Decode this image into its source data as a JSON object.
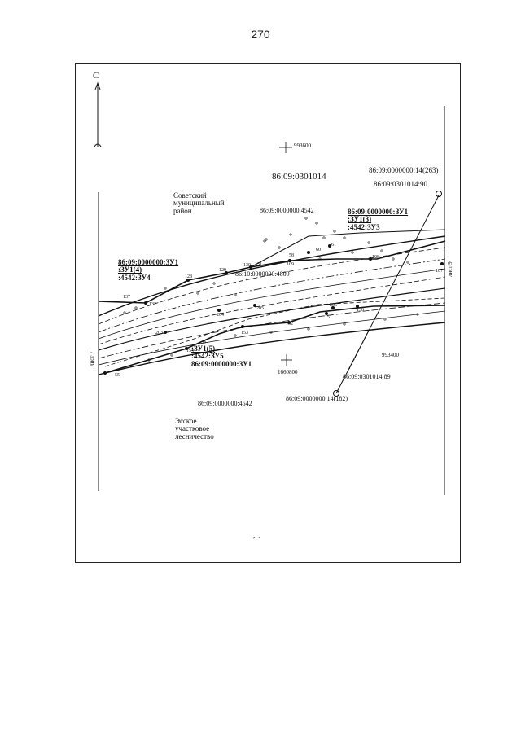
{
  "page_number": "270",
  "north_label": "С",
  "coords": {
    "top_cross": "993600",
    "mid_right": "993400",
    "center_cross": "1660800"
  },
  "parcels": {
    "main": "86:09:0301014",
    "p_4542": "86:09:0000000:4542",
    "p_4542_bottom": "86:09:0000000:4542",
    "p_4809": "86:10:0000000:4809",
    "p_14_263": "86:09:0000000:14(263)",
    "p_90": "86:09:0301014:90",
    "p_89": "86:09:0301014:89",
    "p_14_182": "86:09:0000000:14(182)"
  },
  "zu_blocks": {
    "left": [
      "86:09:0000000:ЗУ1",
      ":ЗУ1(4)",
      ":4542:ЗУ4"
    ],
    "right": [
      "86:09:0000000:ЗУ1",
      ":ЗУ1(3)",
      ":4542:ЗУ3"
    ],
    "bottom": [
      ":ЗУ1(5)",
      ":4542:ЗУ5",
      "86:09:0000000:ЗУ1"
    ]
  },
  "areas": {
    "sovetsky": [
      "Советский",
      "муниципальный",
      "район"
    ],
    "esskoe": [
      "Эсское",
      "участковое",
      "лесничество"
    ]
  },
  "sheets": {
    "left": "лист 7",
    "right": "лист 9"
  },
  "points": {
    "p137": "137",
    "p132": "132",
    "p128": "128",
    "p129": "129",
    "p130": "130",
    "p131": "131",
    "p58": "58",
    "p60": "60",
    "p61": "61",
    "p109": "109",
    "p108": "108",
    "p107": "107",
    "p204": "204",
    "p205": "205",
    "p203": "203",
    "p154": "154",
    "p153": "153",
    "p152": "152",
    "p151": "151",
    "p150": "150",
    "p206": "206",
    "p55": "55"
  }
}
